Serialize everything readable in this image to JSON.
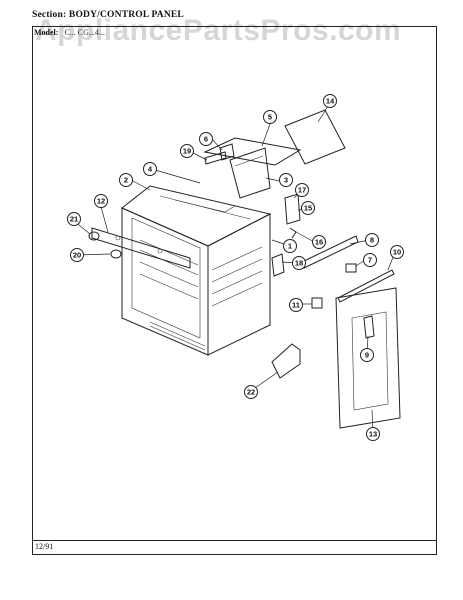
{
  "header": {
    "section_label": "Section:",
    "section_value": "BODY/CONTROL PANEL",
    "model_label": "Model:",
    "model_value": "C... CG...4..."
  },
  "watermark": "AppliancePartsPros.com",
  "footer": {
    "date_code": "12/91"
  },
  "callouts": [
    "1",
    "2",
    "3",
    "4",
    "5",
    "6",
    "7",
    "8",
    "9",
    "10",
    "11",
    "12",
    "13",
    "14",
    "15",
    "16",
    "17",
    "18",
    "19",
    "20",
    "21",
    "22"
  ]
}
